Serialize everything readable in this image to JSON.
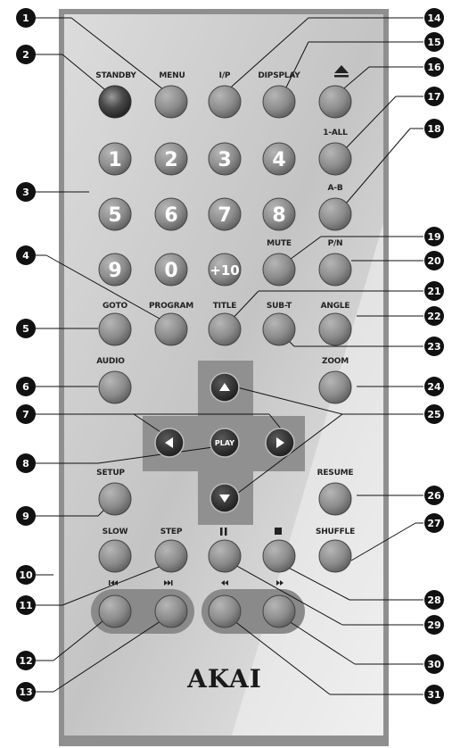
{
  "remote": {
    "brand": "AKAI"
  },
  "buttons": {
    "standby": "STANDBY",
    "menu": "MENU",
    "ip": "I/P",
    "display": "DIPSPLAY",
    "one_all": "1-ALL",
    "ab": "A-B",
    "mute": "MUTE",
    "pn": "P/N",
    "goto": "GOTO",
    "program": "PROGRAM",
    "title": "TITLE",
    "subt": "SUB-T",
    "angle": "ANGLE",
    "audio": "AUDIO",
    "zoom": "ZOOM",
    "play": "PLAY",
    "setup": "SETUP",
    "resume": "RESUME",
    "slow": "SLOW",
    "step": "STEP",
    "shuffle": "SHUFFLE",
    "digits": [
      "1",
      "2",
      "3",
      "4",
      "5",
      "6",
      "7",
      "8",
      "9",
      "0",
      "+10"
    ]
  },
  "callouts": [
    "1",
    "2",
    "3",
    "4",
    "5",
    "6",
    "7",
    "8",
    "9",
    "10",
    "11",
    "12",
    "13",
    "14",
    "15",
    "16",
    "17",
    "18",
    "19",
    "20",
    "21",
    "22",
    "23",
    "24",
    "25",
    "26",
    "27",
    "28",
    "29",
    "30",
    "31"
  ]
}
